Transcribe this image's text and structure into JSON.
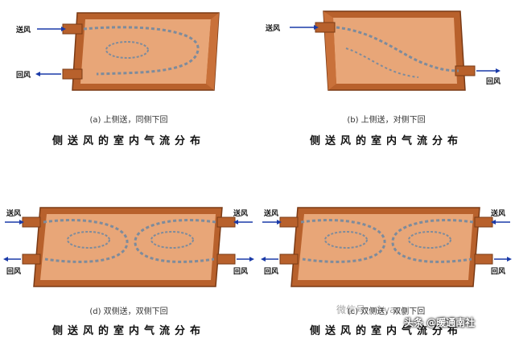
{
  "diagrams": [
    {
      "caption": "(a)  上侧送，同侧下回",
      "title": "侧送风的室内气流分布",
      "label_supply": "送风",
      "label_return": "回风"
    },
    {
      "caption": "(b)  上侧送，对侧下回",
      "title": "侧送风的室内气流分布",
      "label_supply": "送风",
      "label_return": "回风"
    },
    {
      "caption": "(d)  双侧送，双侧下回",
      "title": "侧送风的室内气流分布",
      "label_supply_left": "送风",
      "label_return_left": "回风",
      "label_supply_right": "送风",
      "label_return_right": "回风"
    },
    {
      "caption": "(c)  双侧送，双侧下回",
      "title": "侧送风的室内气流分布",
      "label_supply_left": "送风",
      "label_return_left": "回风",
      "label_supply_right": "送风",
      "label_return_right": "回风"
    }
  ],
  "watermark": "微信号: nhyacg",
  "credit": "头条 @暖通南社",
  "colors": {
    "wall": "#b8612c",
    "wall_edge": "#7a3a15",
    "room_floor": "#e8a678",
    "arrow_blue": "#1a3aa8",
    "flow": "#7d8b9c"
  }
}
